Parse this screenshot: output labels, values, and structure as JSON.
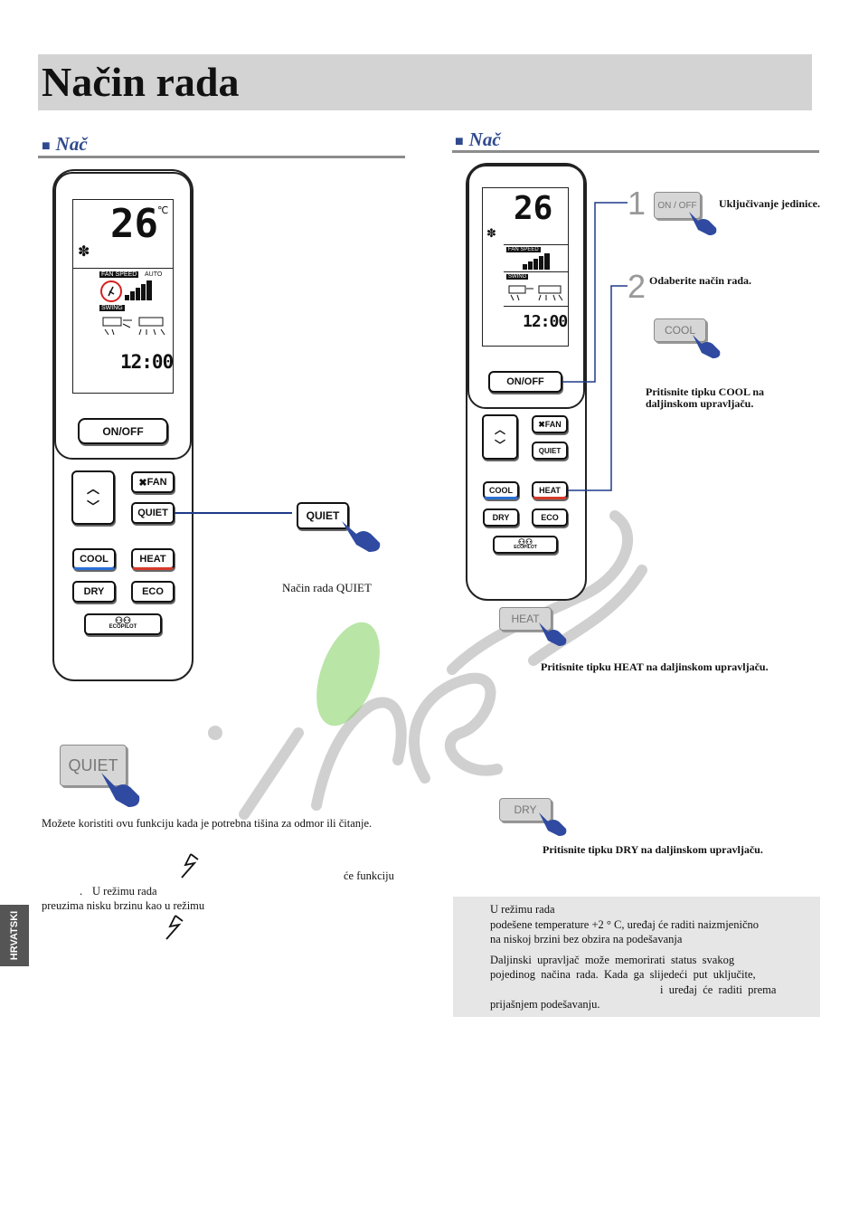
{
  "page": {
    "title": "Način rada"
  },
  "left": {
    "heading": "Nač",
    "quiet_button_label": "QUIET",
    "quiet_caption": "Način rada QUIET",
    "quiet_large_label": "QUIET",
    "para1": "Možete koristiti ovu funkciju kada je potrebna tišina za odmor ili čitanje.",
    "para2_end": "će funkciju",
    "para3_start": ".",
    "para3_mid": "U  režimu  rada",
    "para4": "preuzima nisku brzinu kao u režimu"
  },
  "right": {
    "heading": "Nač",
    "step1_num": "1",
    "step1_btn": "ON / OFF",
    "step1_text": "Uključivanje jedinice.",
    "step2_num": "2",
    "step2_text": "Odaberite način rada.",
    "cool_label": "COOL",
    "cool_text": "Pritisnite tipku COOL na daljinskom upravljaču.",
    "heat_label": "HEAT",
    "heat_text": "Pritisnite tipku HEAT na daljinskom upravljaču.",
    "dry_label": "DRY",
    "dry_text": "Pritisnite tipku DRY na daljinskom upravljaču."
  },
  "notes": {
    "n1_line1": "U režimu rada",
    "n1_line2": "podešene temperature +2 ° C, uređaj će raditi naizmjenično",
    "n1_line3": "na niskoj brzini bez obzira na podešavanja",
    "n2_line1": "Daljinski  upravljač  može  memorirati  status  svakog",
    "n2_line2": "pojedinog  načina  rada.  Kada  ga  slijedeći  put  uključite,",
    "n2_line3": "i  uređaj  će  raditi  prema",
    "n2_line4": "prijašnjem podešavanju."
  },
  "sidebar": {
    "label": "HRVATSKI"
  },
  "remote": {
    "temp": "26",
    "unit": "℃",
    "fan_speed": "FAN SPEED",
    "auto": "AUTO",
    "swing": "SWING",
    "time": "12:00",
    "onoff": "ON/OFF",
    "fan": "FAN",
    "quiet": "QUIET",
    "cool": "COOL",
    "heat": "HEAT",
    "dry": "DRY",
    "eco": "ECO",
    "ecopilot": "ECOPILOT"
  },
  "colors": {
    "heading": "#2f4a8e",
    "line": "#1f3a8a",
    "hand": "#2f4aa0",
    "cool_underline": "#2a6fd6",
    "heat_underline": "#d63a2a"
  }
}
